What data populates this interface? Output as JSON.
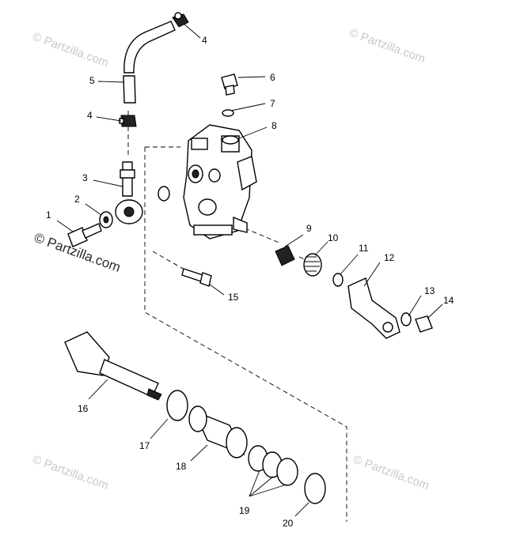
{
  "watermarks": {
    "top_left": "© Partzilla.com",
    "top_right": "© Partzilla.com",
    "bottom_left": "© Partzilla.com",
    "bottom_right": "© Partzilla.com",
    "center_left": "© Partzilla.com"
  },
  "callouts": {
    "c1": "1",
    "c2": "2",
    "c3": "3",
    "c4a": "4",
    "c4b": "4",
    "c5": "5",
    "c6": "6",
    "c7": "7",
    "c8": "8",
    "c9": "9",
    "c10": "10",
    "c11": "11",
    "c12": "12",
    "c13": "13",
    "c14": "14",
    "c15": "15",
    "c16": "16",
    "c17": "17",
    "c18": "18",
    "c19": "19",
    "c20": "20"
  }
}
